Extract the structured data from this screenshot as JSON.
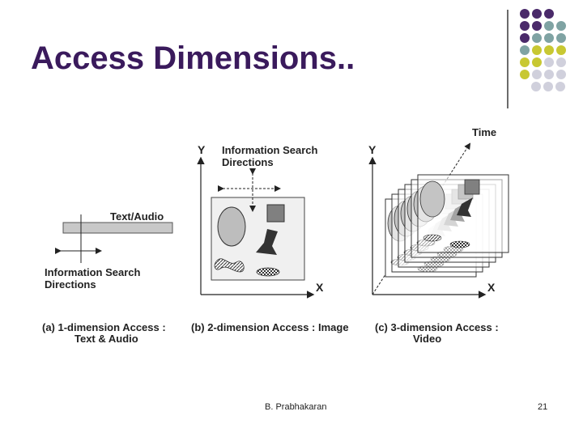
{
  "slide": {
    "title": "Access Dimensions..",
    "footer_author": "B. Prabhakaran",
    "page_number": "21"
  },
  "colors": {
    "title": "#3a1a5c",
    "dot_purple": "#4a2a6a",
    "dot_teal": "#7fa3a3",
    "dot_olive": "#c8c832",
    "dot_gray": "#d0d0dc"
  },
  "diagram": {
    "panel_a": {
      "bar_label": "Text/Audio",
      "search_label_1": "Information Search",
      "search_label_2": "Directions",
      "caption_1": "(a) 1-dimension Access :",
      "caption_2": "Text & Audio"
    },
    "panel_b": {
      "y_label": "Y",
      "x_label": "X",
      "search_label_1": "Information Search",
      "search_label_2": "Directions",
      "caption": "(b) 2-dimension Access : Image"
    },
    "panel_c": {
      "y_label": "Y",
      "x_label": "X",
      "time_label": "Time",
      "caption_1": "(c) 3-dimension Access :",
      "caption_2": "Video"
    }
  }
}
